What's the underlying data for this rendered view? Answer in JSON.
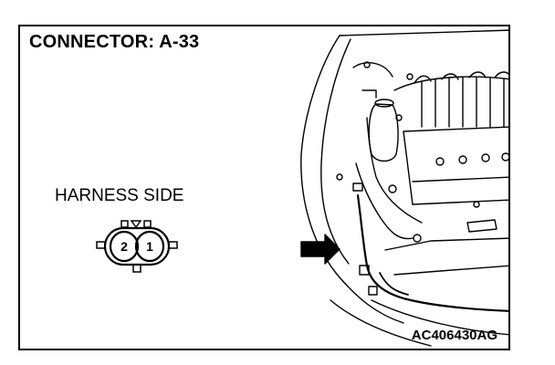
{
  "title": "CONNECTOR: A-33",
  "harness_label": "HARNESS SIDE",
  "figure_id": "AC406430AG",
  "connector": {
    "pins": [
      {
        "number": "2"
      },
      {
        "number": "1"
      }
    ]
  }
}
